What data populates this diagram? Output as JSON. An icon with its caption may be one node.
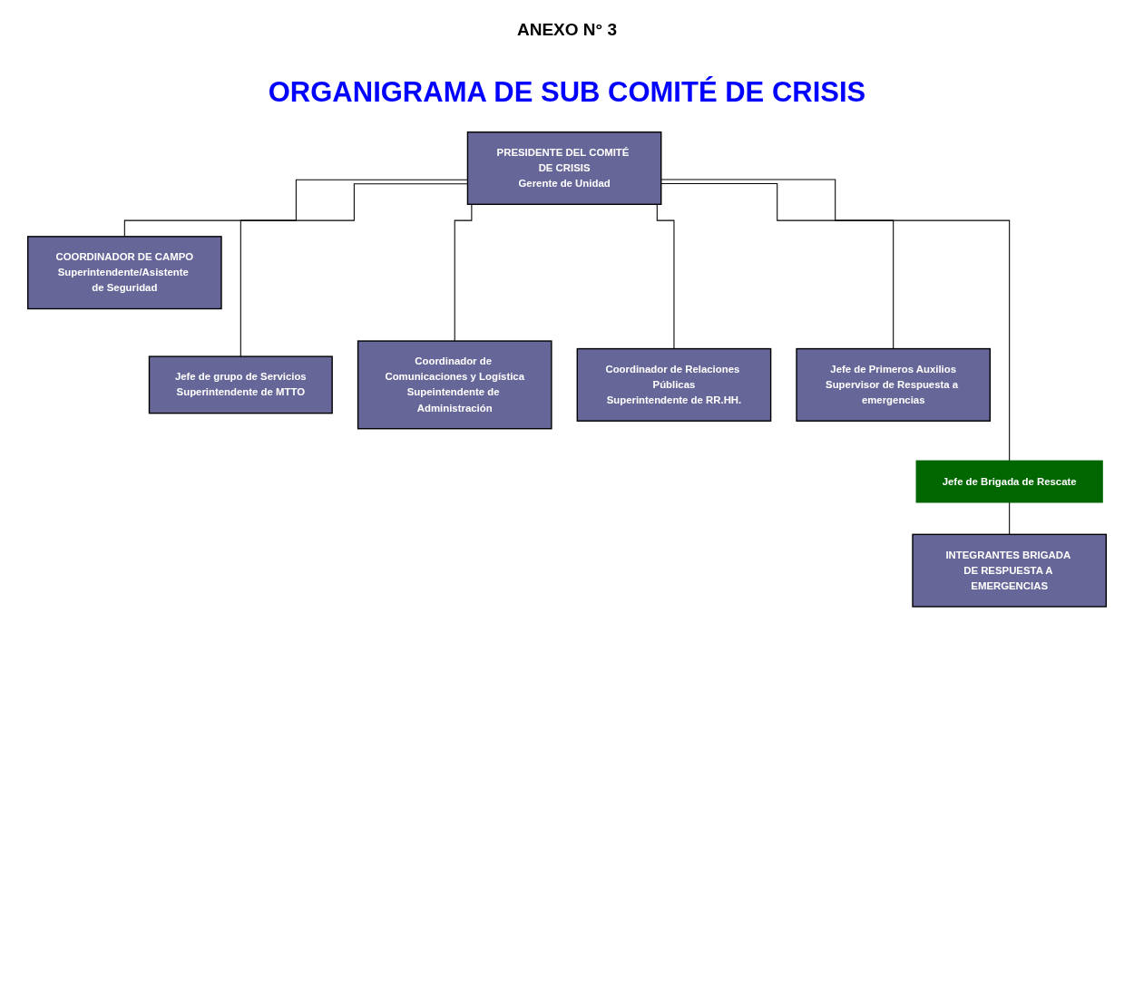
{
  "diagram": {
    "title": "ORGANIGRAMA DE SUB COMITÉ DE CRISIS",
    "nodes": [
      {
        "text": [
          "PRESIDENTE DEL COMITÉ DE CRISIS",
          "Gerente de Unidad"
        ]
      },
      {
        "text": [
          "COORDINADOR DE CAMPO",
          "Superintendente/Asistente de Seguridad"
        ]
      },
      {
        "text": [
          "Jefe de grupo de Servicios",
          "Superintendente de MTTO"
        ]
      },
      {
        "text": [
          "Coordinador de Comunicaciones y Logística",
          "Supeintendente de Administración"
        ]
      },
      {
        "text": [
          "Coordinador de Relaciones Públicas",
          "Superintendente de RR.HH."
        ]
      },
      {
        "text": [
          "Jefe de Primeros Auxilios",
          "Supervisor de Respuesta a emergencias"
        ]
      },
      {
        "text": [
          "Jefe de Brigada de Rescate"
        ]
      },
      {
        "text": [
          "INTEGRANTES BRIGADA DE RESPUESTA A EMERGENCIAS"
        ]
      }
    ],
    "edges": [
      {
        "from": 0,
        "to": 1,
        "arrow": "none"
      },
      {
        "from": 0,
        "to": 2,
        "arrow": "none"
      },
      {
        "from": 0,
        "to": 3,
        "arrow": "none"
      },
      {
        "from": 0,
        "to": 4,
        "arrow": "none"
      },
      {
        "from": 0,
        "to": 5,
        "arrow": "none"
      },
      {
        "from": 0,
        "to": 6,
        "arrow": "none"
      },
      {
        "from": 6,
        "to": 7,
        "arrow": "none"
      }
    ],
    "labels": [
      "ANEXO N° 3"
    ]
  }
}
